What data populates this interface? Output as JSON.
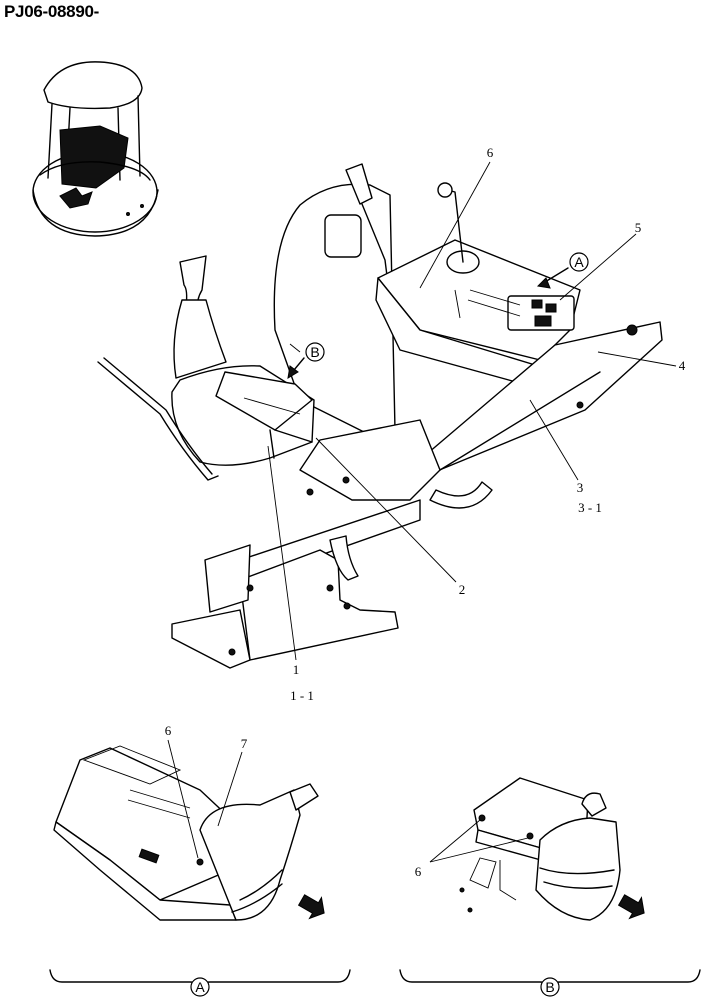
{
  "doc_id": "PJ06-08890-",
  "callouts": {
    "c1": "1",
    "c1_1": "1 - 1",
    "c2": "2",
    "c3": "3",
    "c3_1": "3 - 1",
    "c4": "4",
    "c5": "5",
    "c6_main": "6",
    "c6_detailA": "6",
    "c7": "7",
    "c6_detailB": "6"
  },
  "view_markers": {
    "a_main": "A",
    "b_main": "B",
    "a_bottom": "A",
    "b_bottom": "B"
  }
}
